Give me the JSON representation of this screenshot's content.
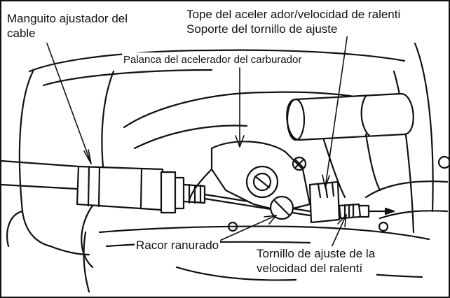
{
  "labels": {
    "cable_adjuster": {
      "line1": "Manguito ajustador del",
      "line2": "cable"
    },
    "throttle_stop": {
      "line1": "Tope del aceler ador/velocidad de ralenti",
      "line2": "Soporte del tornillo de ajuste"
    },
    "carburetor_lever": {
      "text": "Palanca del acelerador del carburador"
    },
    "slotted_fitting": {
      "text": "Racor ranurado"
    },
    "idle_screw": {
      "line1": "Tornillo de ajuste de la",
      "line2": "velocidad del ralentí"
    }
  },
  "colors": {
    "ink": "#111111",
    "paper": "#ffffff",
    "shade": "#e8e8e8"
  }
}
